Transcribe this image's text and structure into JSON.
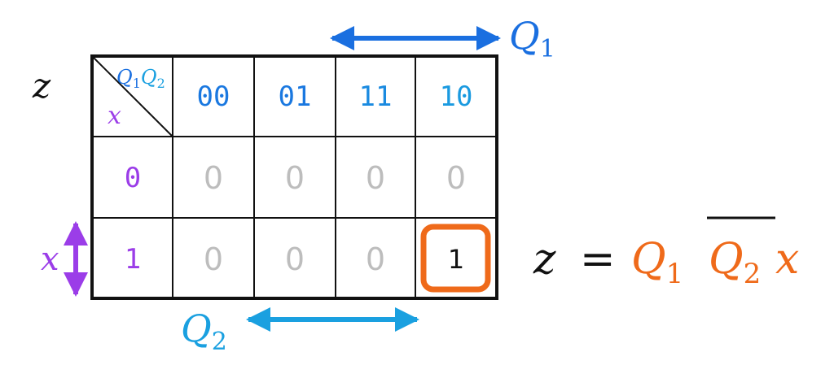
{
  "diagram": {
    "output_var": "z",
    "row_var": "x",
    "col_vars": {
      "first": "Q",
      "first_sub": "1",
      "second": "Q",
      "second_sub": "2"
    },
    "q1_label": {
      "main": "Q",
      "sub": "1"
    },
    "q2_label": {
      "main": "Q",
      "sub": "2"
    },
    "x_label": "x",
    "column_headers": [
      "00",
      "01",
      "11",
      "10"
    ],
    "row_headers": [
      "0",
      "1"
    ],
    "cells": [
      [
        "0",
        "0",
        "0",
        "0"
      ],
      [
        "0",
        "0",
        "0",
        "1"
      ]
    ],
    "equation": {
      "lhs": "z",
      "equals": "=",
      "t1": "Q",
      "t1_sub": "1",
      "t2": "Q",
      "t2_sub": "2",
      "t3": "x"
    },
    "colors": {
      "q1": "#1a6fe0",
      "q2": "#1aa0e0",
      "x": "#9b3de8",
      "highlight": "#ef6a1a",
      "grey": "#bdbdbd",
      "black": "#111111"
    }
  }
}
